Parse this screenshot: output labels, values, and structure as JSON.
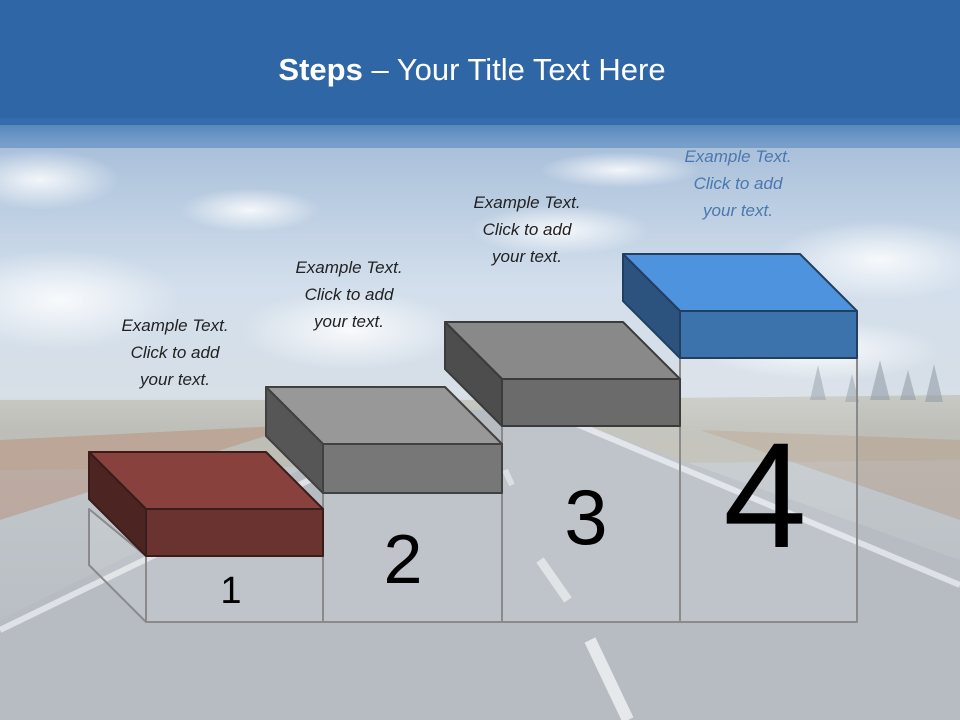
{
  "slide": {
    "title_bold": "Steps",
    "title_rest": " – Your Title Text Here"
  },
  "steps": [
    {
      "number": "1",
      "text": [
        "Example Text.",
        "Click  to add",
        "your text."
      ],
      "color": "#6a3330"
    },
    {
      "number": "2",
      "text": [
        "Example Text.",
        "Click  to add",
        "your text."
      ],
      "color": "#777777"
    },
    {
      "number": "3",
      "text": [
        "Example Text.",
        "Click  to add",
        "your text."
      ],
      "color": "#6b6b6b"
    },
    {
      "number": "4",
      "text": [
        "Example Text.",
        "Click  to add",
        "your text."
      ],
      "color": "#3d73ad"
    }
  ],
  "colors": {
    "header_blue": "#2f67a6",
    "sky": "#c9d6e6",
    "road": "#b4b9c0",
    "accent_text": "#4a78b0"
  }
}
